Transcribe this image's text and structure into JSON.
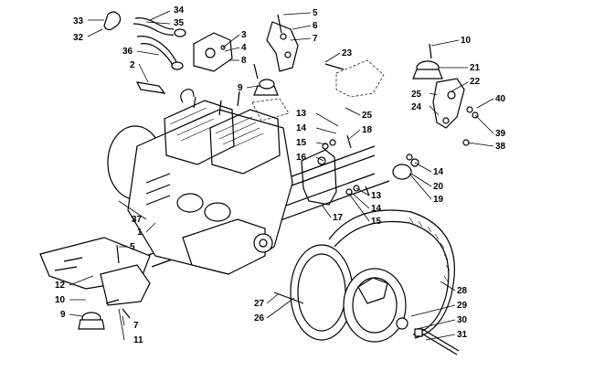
{
  "callouts": [
    {
      "id": "c1",
      "label": "33"
    },
    {
      "id": "c2",
      "label": "32"
    },
    {
      "id": "c3",
      "label": "34"
    },
    {
      "id": "c4",
      "label": "35"
    },
    {
      "id": "c5",
      "label": "36"
    },
    {
      "id": "c6",
      "label": "2"
    },
    {
      "id": "c7",
      "label": "3"
    },
    {
      "id": "c8",
      "label": "4"
    },
    {
      "id": "c9",
      "label": "8"
    },
    {
      "id": "c10",
      "label": "9"
    },
    {
      "id": "c11",
      "label": "5"
    },
    {
      "id": "c12",
      "label": "6"
    },
    {
      "id": "c13",
      "label": "7"
    },
    {
      "id": "c14",
      "label": "23"
    },
    {
      "id": "c15",
      "label": "10"
    },
    {
      "id": "c16",
      "label": "21"
    },
    {
      "id": "c17",
      "label": "22"
    },
    {
      "id": "c18",
      "label": "25"
    },
    {
      "id": "c19",
      "label": "24"
    },
    {
      "id": "c20",
      "label": "40"
    },
    {
      "id": "c21",
      "label": "39"
    },
    {
      "id": "c22",
      "label": "38"
    },
    {
      "id": "c23",
      "label": "25"
    },
    {
      "id": "c24",
      "label": "13"
    },
    {
      "id": "c25",
      "label": "14"
    },
    {
      "id": "c26",
      "label": "18"
    },
    {
      "id": "c27",
      "label": "15"
    },
    {
      "id": "c28",
      "label": "16"
    },
    {
      "id": "c29",
      "label": "14"
    },
    {
      "id": "c30",
      "label": "20"
    },
    {
      "id": "c31",
      "label": "19"
    },
    {
      "id": "c32",
      "label": "13"
    },
    {
      "id": "c33",
      "label": "14"
    },
    {
      "id": "c34",
      "label": "15"
    },
    {
      "id": "c35",
      "label": "17"
    },
    {
      "id": "c36",
      "label": "37"
    },
    {
      "id": "c37",
      "label": "1"
    },
    {
      "id": "c38",
      "label": "5"
    },
    {
      "id": "c39",
      "label": "12"
    },
    {
      "id": "c40",
      "label": "10"
    },
    {
      "id": "c41",
      "label": "9"
    },
    {
      "id": "c42",
      "label": "7"
    },
    {
      "id": "c43",
      "label": "11"
    },
    {
      "id": "c44",
      "label": "27"
    },
    {
      "id": "c45",
      "label": "26"
    },
    {
      "id": "c46",
      "label": "28"
    },
    {
      "id": "c47",
      "label": "29"
    },
    {
      "id": "c48",
      "label": "30"
    },
    {
      "id": "c49",
      "label": "31"
    }
  ]
}
